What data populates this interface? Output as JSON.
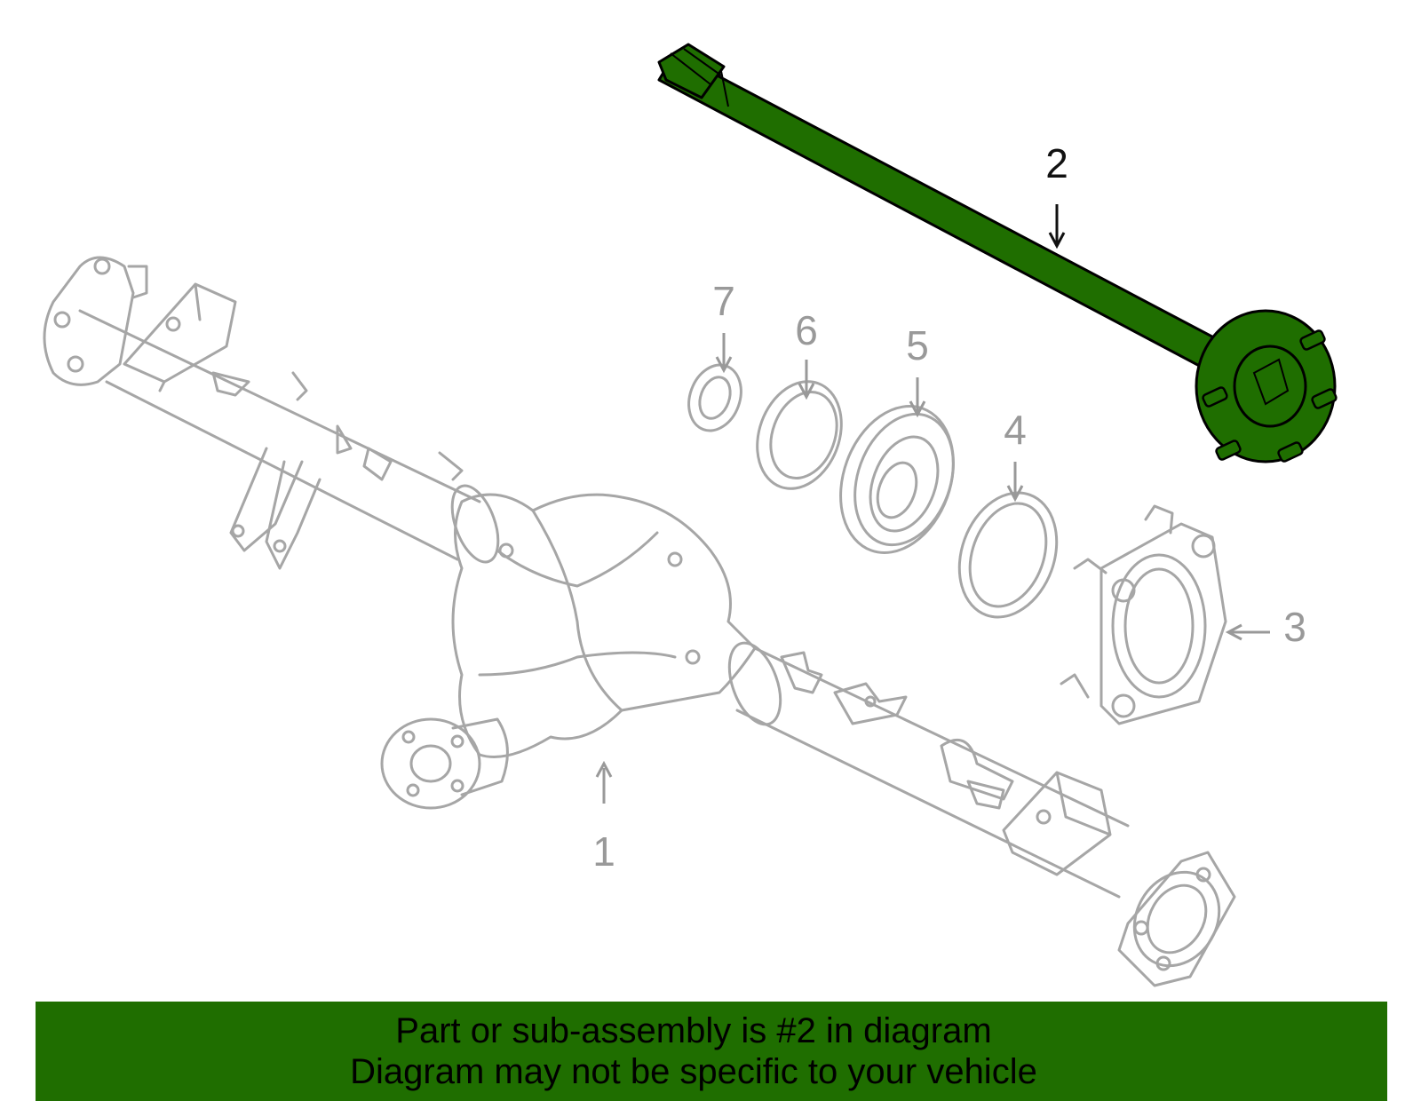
{
  "diagram": {
    "callouts": [
      {
        "number": "1",
        "highlighted": false
      },
      {
        "number": "2",
        "highlighted": true
      },
      {
        "number": "3",
        "highlighted": false
      },
      {
        "number": "4",
        "highlighted": false
      },
      {
        "number": "5",
        "highlighted": false
      },
      {
        "number": "6",
        "highlighted": false
      },
      {
        "number": "7",
        "highlighted": false
      }
    ],
    "highlight_color": "#1f6e00",
    "line_color": "#a6a6a6"
  },
  "banner": {
    "line1": "Part or sub-assembly is #2 in diagram",
    "line2": "Diagram may not be specific to your vehicle",
    "background": "#1f6e00"
  }
}
